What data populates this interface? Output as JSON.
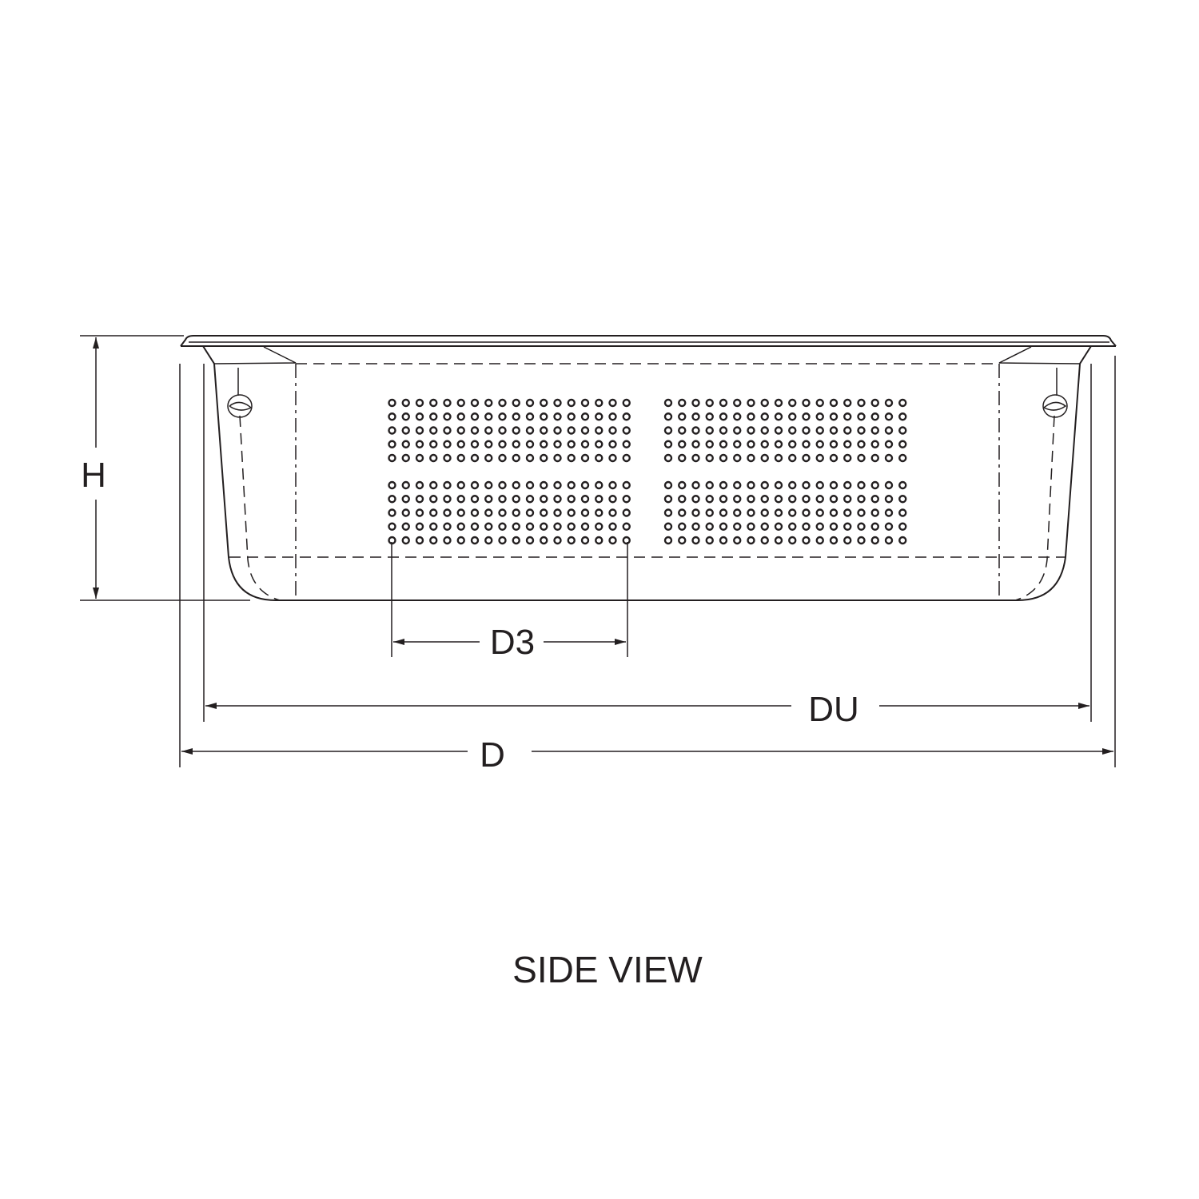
{
  "title": "SIDE VIEW",
  "dimensions": {
    "height_label": "H",
    "perforation_label": "D3",
    "usable_depth_label": "DU",
    "depth_label": "D"
  },
  "perforation": {
    "groups": 4,
    "rows_per_group": 5,
    "columns_per_group": 18
  },
  "line_color": "#231f20"
}
